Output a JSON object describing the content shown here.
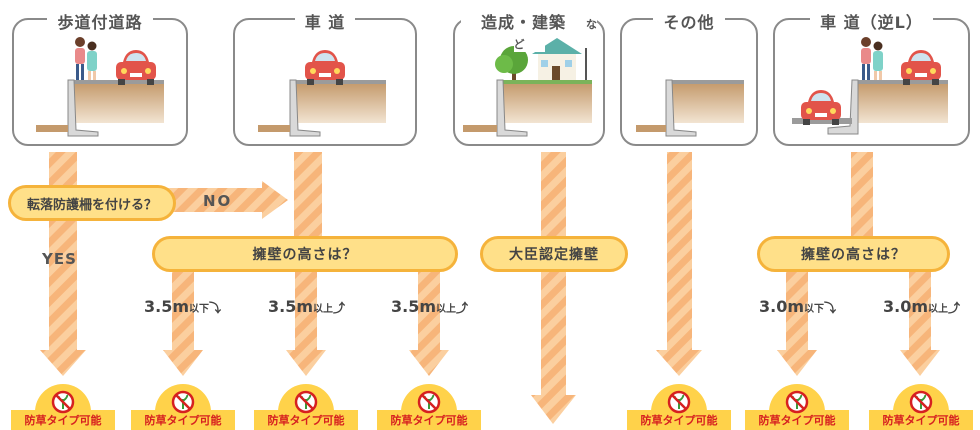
{
  "panels": {
    "p1": "歩道付道路",
    "p2": "車 道",
    "p3_main": "造成・建築",
    "p3_small": "など",
    "p4": "その他",
    "p5": "車 道（逆L）"
  },
  "question": "転落防護柵を付ける？",
  "no_label": "NO",
  "yes_label": "YES",
  "height_q": "擁壁の高さは？",
  "certified": "大臣認定擁壁",
  "heights": [
    {
      "value": "3.5m",
      "suffix": "以下",
      "arrow": "⤵"
    },
    {
      "value": "3.5m",
      "suffix": "以上",
      "arrow": "⤴"
    },
    {
      "value": "3.5m",
      "suffix": "以上",
      "arrow": "⤴"
    },
    {
      "value": "3.0m",
      "suffix": "以下",
      "arrow": "⤵"
    },
    {
      "value": "3.0m",
      "suffix": "以上",
      "arrow": "⤴"
    }
  ],
  "badge_text": "防草タイプ可能",
  "colors": {
    "arrow": "#f7b57a",
    "pill": "#ffe089",
    "badge": "#ffd24a",
    "badge_text": "#d62020"
  }
}
